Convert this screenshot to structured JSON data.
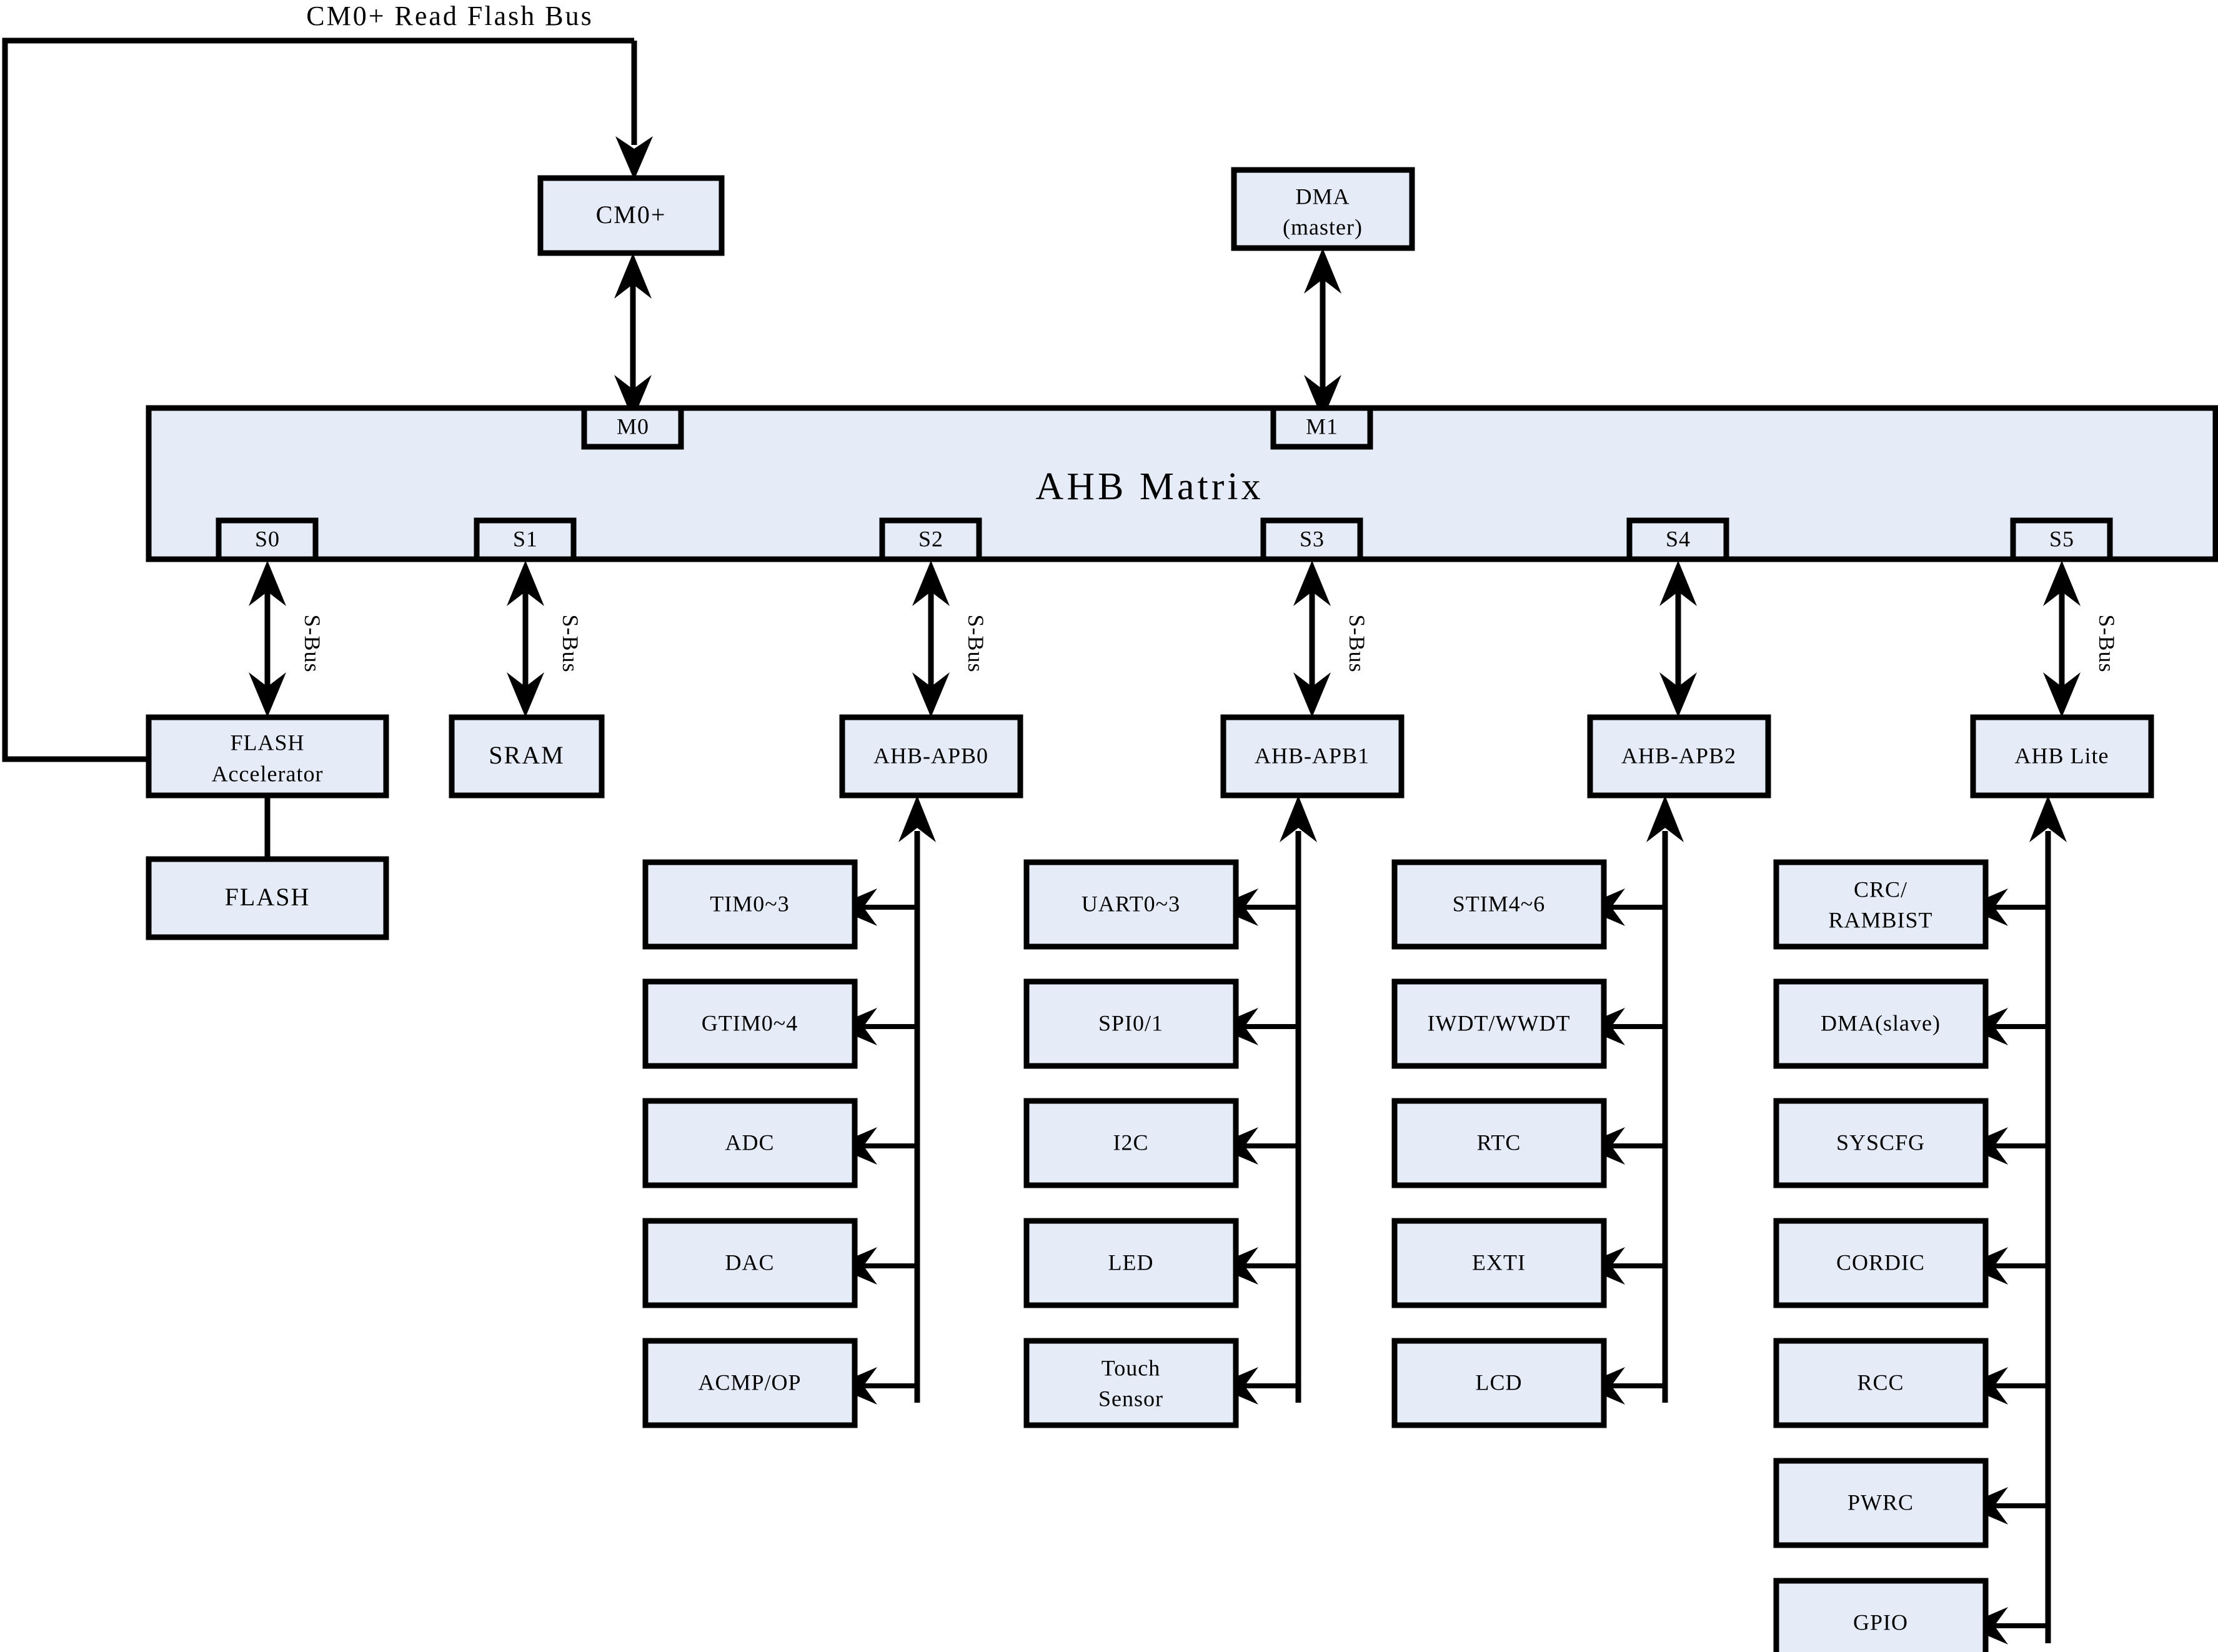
{
  "diagram": {
    "title_label": "CM0+ Read Flash Bus",
    "bus_label": "S-Bus",
    "matrix": {
      "label": "AHB Matrix",
      "master_ports": [
        {
          "id": "M0",
          "label": "M0"
        },
        {
          "id": "M1",
          "label": "M1"
        }
      ],
      "slave_ports": [
        {
          "id": "S0",
          "label": "S0",
          "bus": "S-Bus"
        },
        {
          "id": "S1",
          "label": "S1",
          "bus": "S-Bus"
        },
        {
          "id": "S2",
          "label": "S2",
          "bus": "S-Bus"
        },
        {
          "id": "S3",
          "label": "S3",
          "bus": "S-Bus"
        },
        {
          "id": "S4",
          "label": "S4",
          "bus": ""
        },
        {
          "id": "S5",
          "label": "S5",
          "bus": "S-Bus"
        }
      ]
    },
    "masters": [
      {
        "id": "cm0",
        "label": "CM0+"
      },
      {
        "id": "dma",
        "line1": "DMA",
        "line2": "(master)"
      }
    ],
    "slaves": [
      {
        "id": "flash_accel",
        "line1": "FLASH",
        "line2": "Accelerator"
      },
      {
        "id": "sram",
        "label": "SRAM"
      },
      {
        "id": "apb0",
        "label": "AHB-APB0"
      },
      {
        "id": "apb1",
        "label": "AHB-APB1"
      },
      {
        "id": "apb2",
        "label": "AHB-APB2"
      },
      {
        "id": "ahblite",
        "label": "AHB Lite"
      }
    ],
    "memory": [
      {
        "id": "flash",
        "label": "FLASH"
      }
    ],
    "peripheral_columns": [
      {
        "bridge": "AHB-APB0",
        "items": [
          {
            "label": "TIM0~3"
          },
          {
            "label": "GTIM0~4"
          },
          {
            "label": "ADC"
          },
          {
            "label": "DAC"
          },
          {
            "label": "ACMP/OP"
          }
        ]
      },
      {
        "bridge": "AHB-APB1",
        "items": [
          {
            "label": "UART0~3"
          },
          {
            "label": "SPI0/1"
          },
          {
            "label": "I2C"
          },
          {
            "label": "LED"
          },
          {
            "line1": "Touch",
            "line2": "Sensor"
          }
        ]
      },
      {
        "bridge": "AHB-APB2",
        "items": [
          {
            "label": "STIM4~6"
          },
          {
            "label": "IWDT/WWDT"
          },
          {
            "label": "RTC"
          },
          {
            "label": "EXTI"
          },
          {
            "label": "LCD"
          }
        ]
      },
      {
        "bridge": "AHB Lite",
        "items": [
          {
            "line1": "CRC/",
            "line2": "RAMBIST"
          },
          {
            "label": "DMA(slave)"
          },
          {
            "label": "SYSCFG"
          },
          {
            "label": "CORDIC"
          },
          {
            "label": "RCC"
          },
          {
            "label": "PWRC"
          },
          {
            "label": "GPIO"
          }
        ]
      }
    ],
    "colors": {
      "box_fill": "#e6ecf7",
      "stroke": "#000000",
      "background": "#ffffff"
    }
  }
}
